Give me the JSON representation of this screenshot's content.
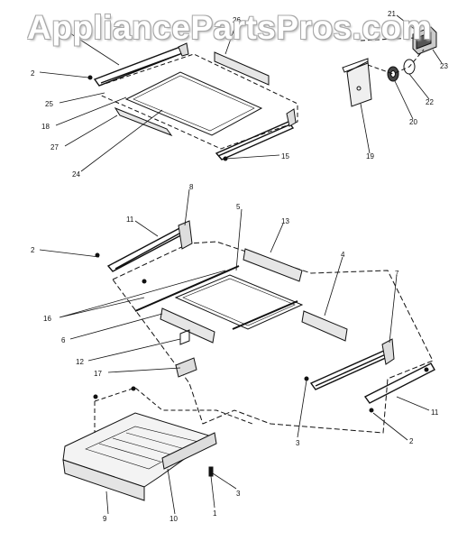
{
  "watermark": "AppliancePartsPros.com",
  "callouts": {
    "c1": "1",
    "c2": "2",
    "c25": "25",
    "c18": "18",
    "c27": "27",
    "c24": "24",
    "c15": "15",
    "c26": "26",
    "c21": "21",
    "c23": "23",
    "c22": "22",
    "c20": "20",
    "c19": "19",
    "c8": "8",
    "c11a": "11",
    "c5": "5",
    "c13": "13",
    "c2b": "2",
    "c4": "4",
    "c7": "7",
    "c16": "16",
    "c6": "6",
    "c12": "12",
    "c17": "17",
    "c3a": "3",
    "c11b": "11",
    "c2c": "2",
    "c3b": "3",
    "c1b": "1",
    "c9": "9",
    "c10": "10"
  },
  "colors": {
    "line": "#111111",
    "dash": "#222222",
    "watermark_outline": "#a8a8a8"
  }
}
